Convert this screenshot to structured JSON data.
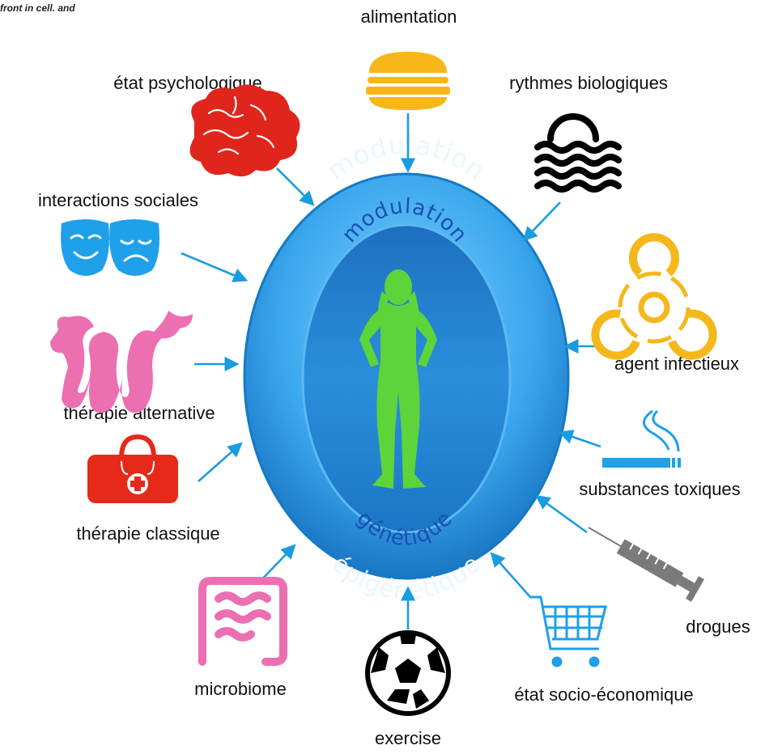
{
  "corner_note": "-front in cell. and",
  "center": {
    "outer_top": "modulation",
    "outer_bottom": "épigénétique",
    "inner_top": "modulation",
    "inner_bottom": "génétique"
  },
  "factors": {
    "alimentation": "alimentation",
    "rythmes": "rythmes biologiques",
    "etat_psy": "état psychologique",
    "interactions": "interactions sociales",
    "therapie_alt": "thérapie alternative",
    "therapie_cla": "thérapie classique",
    "microbiome": "microbiome",
    "exercise": "exercise",
    "socio": "état socio-économique",
    "drogues": "drogues",
    "substances": "substances toxiques",
    "agent": "agent infectieux"
  },
  "colors": {
    "arrow": "#1a9ce0",
    "ring_light": "#5ec0f5",
    "ring_dark": "#1678c2",
    "inner": "#1a7fcc",
    "person": "#5dd43a",
    "burger": "#f7b718",
    "brain": "#e0261c",
    "masks": "#1ea0ea",
    "dragon": "#ec6fb2",
    "medkit": "#e52a1a",
    "intestine": "#ec6fb2",
    "biohazard": "#f5b71a",
    "cigarette": "#1ea0ea",
    "syringe": "#7a7a7a",
    "cart": "#1ea0ea"
  },
  "icons": [
    "burger-icon",
    "waves-icon",
    "brain-icon",
    "theater-masks-icon",
    "dragon-icon",
    "medkit-icon",
    "intestine-icon",
    "soccer-ball-icon",
    "shopping-cart-icon",
    "syringe-icon",
    "cigarette-icon",
    "biohazard-icon",
    "person-icon"
  ]
}
